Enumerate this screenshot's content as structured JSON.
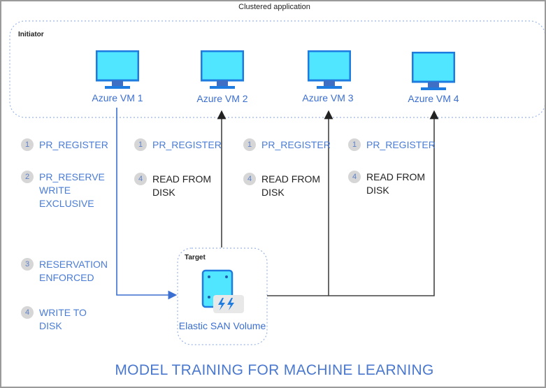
{
  "diagram": {
    "group_title": "Clustered application",
    "initiator_label": "Initiator",
    "target_label": "Target",
    "vms": [
      {
        "label": "Azure VM 1",
        "icon": "monitor-icon"
      },
      {
        "label": "Azure VM 2",
        "icon": "monitor-icon"
      },
      {
        "label": "Azure VM 3",
        "icon": "monitor-icon"
      },
      {
        "label": "Azure VM 4",
        "icon": "monitor-icon"
      }
    ],
    "vm1_steps": [
      {
        "num": "1",
        "text": "PR_REGISTER"
      },
      {
        "num": "2",
        "text": "PR_RESERVE WRITE EXCLUSIVE"
      },
      {
        "num": "3",
        "text": "RESERVATION ENFORCED"
      },
      {
        "num": "4",
        "text": "WRITE TO DISK"
      }
    ],
    "vm2_steps": [
      {
        "num": "1",
        "text": "PR_REGISTER"
      },
      {
        "num": "4",
        "text": "READ FROM DISK"
      }
    ],
    "vm3_steps": [
      {
        "num": "1",
        "text": "PR_REGISTER"
      },
      {
        "num": "4",
        "text": "READ FROM DISK"
      }
    ],
    "vm4_steps": [
      {
        "num": "1",
        "text": "PR_REGISTER"
      },
      {
        "num": "4",
        "text": "READ FROM DISK"
      }
    ],
    "san": {
      "label": "Elastic SAN Volume",
      "icon": "elastic-san-icon"
    },
    "footer_title": "MODEL TRAINING FOR MACHINE LEARNING",
    "colors": {
      "accent_blue": "#4a7cd6",
      "monitor_fill": "#50e6ff",
      "monitor_frame": "#1e7be0",
      "badge_bg": "#d6d6d6",
      "connector_dark": "#333333",
      "connector_blue": "#3b6fd1"
    }
  }
}
